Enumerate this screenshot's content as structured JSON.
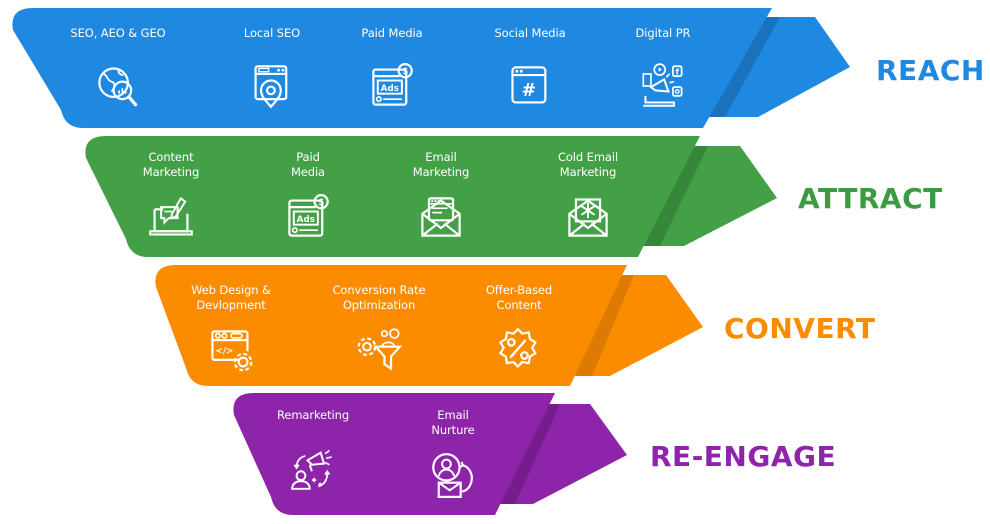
{
  "title": "Marketing Funnel",
  "stages": [
    {
      "name": "REACH",
      "color": "#1f88e0",
      "shade": "#1a72bd",
      "label_color": "#1f88e0",
      "items": [
        {
          "label": "SEO, AEO & GEO",
          "icon": "globe-search-icon"
        },
        {
          "label": "Local SEO",
          "icon": "browser-location-pin-icon"
        },
        {
          "label": "Paid Media",
          "icon": "ads-dollar-icon"
        },
        {
          "label": "Social Media",
          "icon": "browser-hashtag-icon"
        },
        {
          "label": "Digital PR",
          "icon": "megaphone-social-icon"
        }
      ]
    },
    {
      "name": "ATTRACT",
      "color": "#43a047",
      "shade": "#36873a",
      "label_color": "#3c9a40",
      "items": [
        {
          "label": "Content\nMarketing",
          "icon": "laptop-pen-chat-icon"
        },
        {
          "label": "Paid\nMedia",
          "icon": "ads-dollar-icon"
        },
        {
          "label": "Email\nMarketing",
          "icon": "envelope-letter-icon"
        },
        {
          "label": "Cold Email\nMarketing",
          "icon": "envelope-snowflake-icon"
        }
      ]
    },
    {
      "name": "CONVERT",
      "color": "#fb8c00",
      "shade": "#dd7a00",
      "label_color": "#fb8c00",
      "items": [
        {
          "label": "Web Design &\nDevlopment",
          "icon": "browser-code-gear-icon"
        },
        {
          "label": "Conversion Rate\nOptimization",
          "icon": "gear-funnel-icon"
        },
        {
          "label": "Offer-Based\nContent",
          "icon": "percent-badge-icon"
        }
      ]
    },
    {
      "name": "RE-ENGAGE",
      "color": "#8e24aa",
      "shade": "#751d8d",
      "label_color": "#8e24aa",
      "items": [
        {
          "label": "Remarketing",
          "icon": "user-megaphone-cycle-icon"
        },
        {
          "label": "Email\nNurture",
          "icon": "user-envelope-cycle-icon"
        }
      ]
    }
  ]
}
